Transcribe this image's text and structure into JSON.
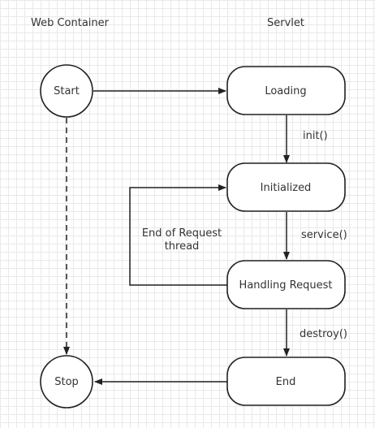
{
  "header": {
    "web_container": "Web Container",
    "servlet": "Servlet"
  },
  "nodes": {
    "start": "Start",
    "stop": "Stop",
    "loading": "Loading",
    "initialized": "Initialized",
    "handling_request": "Handling Request",
    "end": "End"
  },
  "edges": {
    "init": "init()",
    "service": "service()",
    "destroy": "destroy()",
    "end_of_request_line1": "End of Request",
    "end_of_request_line2": "thread"
  },
  "colors": {
    "stroke": "#222222",
    "text": "#333333",
    "grid": "#e9e9e9",
    "background": "#ffffff"
  }
}
